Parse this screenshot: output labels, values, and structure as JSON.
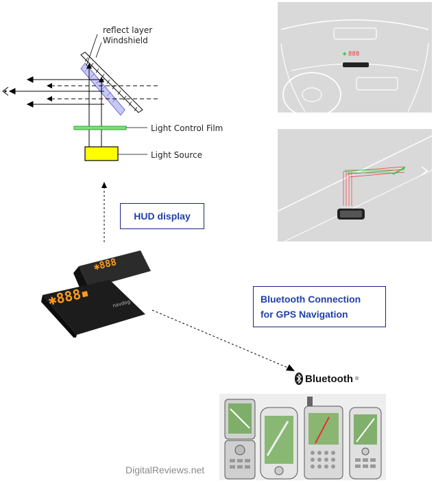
{
  "diagram": {
    "labels": {
      "reflect_layer": "reflect layer",
      "windshield": "Windshield",
      "light_control_film": "Light Control Film",
      "light_source": "Light Source"
    },
    "hud_box": "HUD display",
    "bluetooth_box": [
      "Bluetooth Connection",
      "for GPS Navigation"
    ],
    "bluetooth_logo": "Bluetooth",
    "bluetooth_logo_mark": "®",
    "device_brand": "navdog",
    "device_digits": "888",
    "watermark": "DigitalReviews.net"
  },
  "colors": {
    "box_text": "#1f3fa8",
    "box_border": "#1a237e",
    "light_source": "#ffff00",
    "film": "#22aa22",
    "panel_bg": "#d9d9d9",
    "orange_display": "#ff9a1a"
  }
}
